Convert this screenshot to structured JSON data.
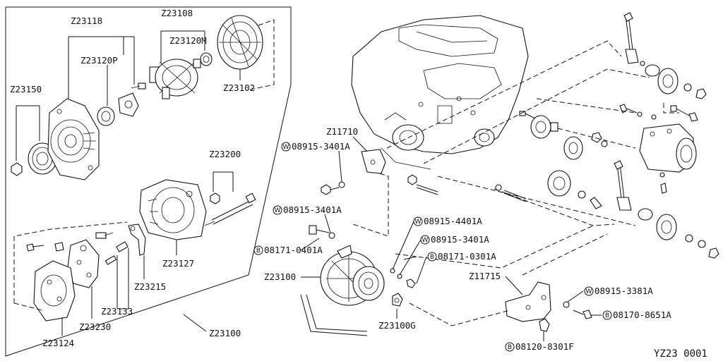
{
  "diagram": {
    "code": "YZ23  0001",
    "parts": {
      "z23118": "Z23118",
      "z23108": "Z23108",
      "z23120m": "Z23120M",
      "z23120p": "Z23120P",
      "z23150": "Z23150",
      "z23102": "Z23102",
      "z23200": "Z23200",
      "z23127": "Z23127",
      "z23215": "Z23215",
      "z23133": "Z23133",
      "z23230": "Z23230",
      "z23124": "Z23124",
      "z23100_exploded": "Z23100",
      "z11710": "Z11710",
      "z23100": "Z23100",
      "z23100g": "Z23100G",
      "z11715": "Z11715"
    },
    "fasteners": [
      {
        "symbol": "W",
        "code": "08915-3401A"
      },
      {
        "symbol": "W",
        "code": "08915-3401A"
      },
      {
        "symbol": "B",
        "code": "08171-0401A"
      },
      {
        "symbol": "W",
        "code": "08915-4401A"
      },
      {
        "symbol": "W",
        "code": "08915-3401A"
      },
      {
        "symbol": "B",
        "code": "08171-0301A"
      },
      {
        "symbol": "W",
        "code": "08915-3381A"
      },
      {
        "symbol": "B",
        "code": "08170-8651A"
      },
      {
        "symbol": "B",
        "code": "08120-8301F"
      }
    ]
  }
}
